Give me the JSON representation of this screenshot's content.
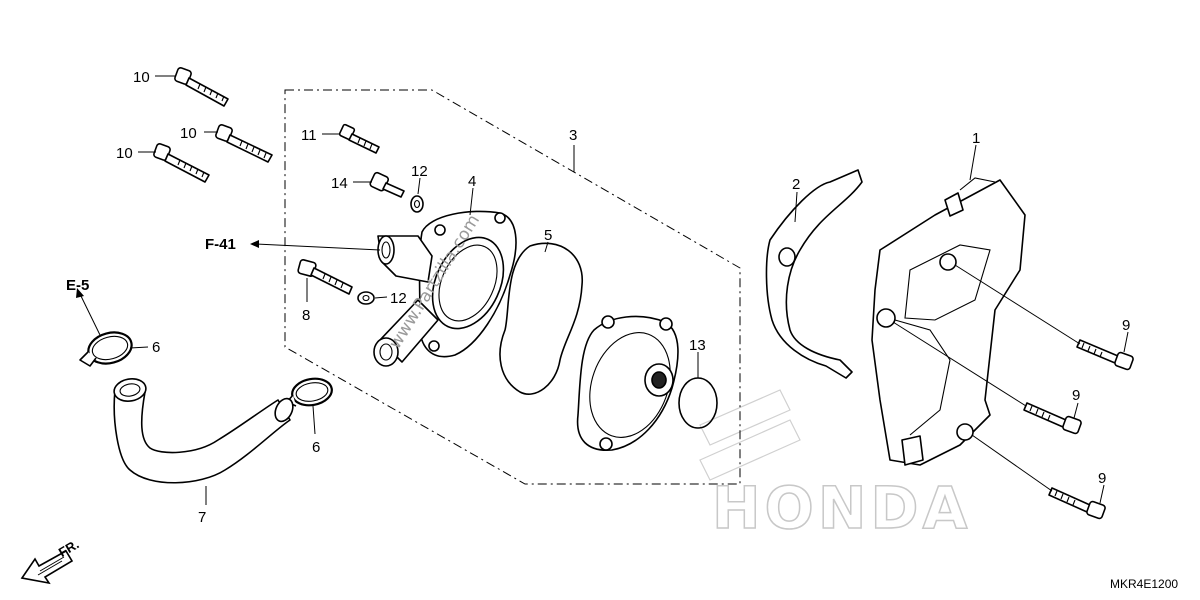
{
  "diagram": {
    "labels": {
      "p1": "1",
      "p2": "2",
      "p3": "3",
      "p4": "4",
      "p5": "5",
      "p6a": "6",
      "p6b": "6",
      "p7": "7",
      "p8": "8",
      "p9a": "9",
      "p9b": "9",
      "p9c": "9",
      "p10a": "10",
      "p10b": "10",
      "p10c": "10",
      "p11": "11",
      "p12a": "12",
      "p12b": "12",
      "p13": "13",
      "p14": "14"
    },
    "refs": {
      "f41": "F-41",
      "e5": "E-5",
      "fr": "FR."
    },
    "watermark": "www.Partzilla.com",
    "brand": "HONDA",
    "diagram_code": "MKR4E1200"
  }
}
